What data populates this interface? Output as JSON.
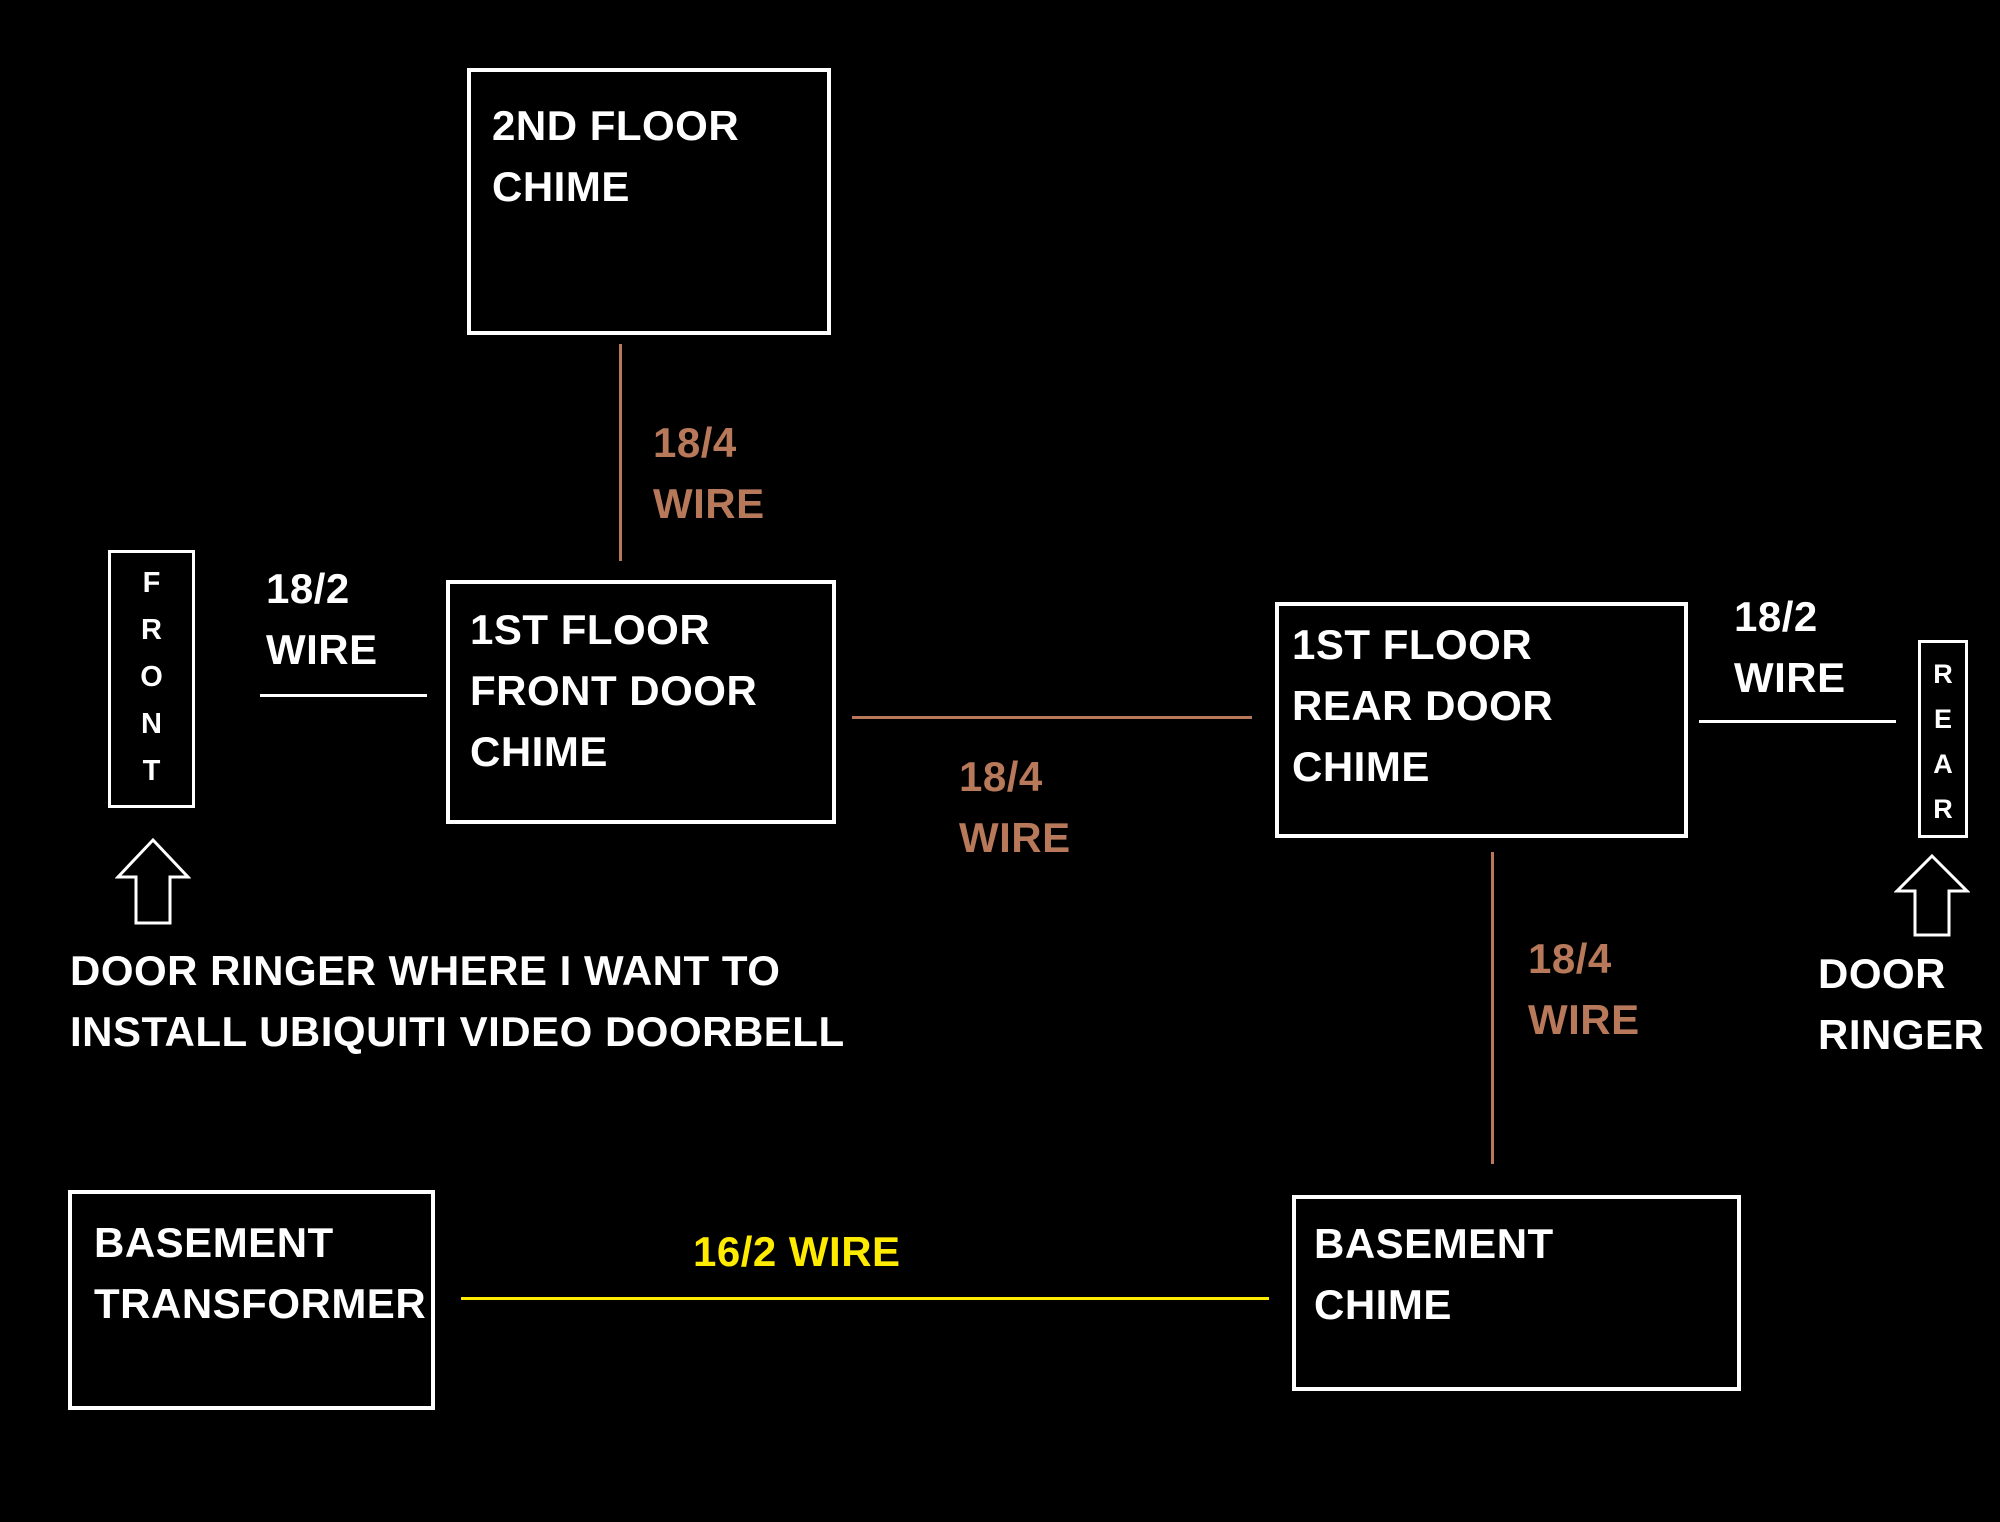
{
  "colors": {
    "background": "#000000",
    "box": "#ffffff",
    "low_voltage_2": "#ffffff",
    "low_voltage_4": "#b7795a",
    "power_16_2": "#ffeb00"
  },
  "boxes": {
    "second_floor_chime": "2ND FLOOR\nCHIME",
    "front_door_chime": "1ST FLOOR\nFRONT DOOR\nCHIME",
    "rear_door_chime": "1ST FLOOR\nREAR DOOR\nCHIME",
    "basement_transformer": "BASEMENT\nTRANSFORMER",
    "basement_chime": "BASEMENT\nCHIME"
  },
  "ringers": {
    "front_letters": [
      "F",
      "R",
      "O",
      "N",
      "T"
    ],
    "rear_letters": [
      "R",
      "E",
      "A",
      "R"
    ]
  },
  "wires": {
    "front_18_2": "18/2\nWIRE",
    "upper_18_4": "18/4\nWIRE",
    "middle_18_4": "18/4\nWIRE",
    "rear_18_2": "18/2\nWIRE",
    "lower_18_4": "18/4\nWIRE",
    "power_16_2": "16/2 WIRE"
  },
  "notes": {
    "front_ringer": "DOOR RINGER WHERE I WANT TO\nINSTALL UBIQUITI VIDEO DOORBELL",
    "rear_ringer": "DOOR\nRINGER"
  },
  "icons": {
    "front_arrow": "up-arrow-icon",
    "rear_arrow": "up-arrow-icon"
  }
}
